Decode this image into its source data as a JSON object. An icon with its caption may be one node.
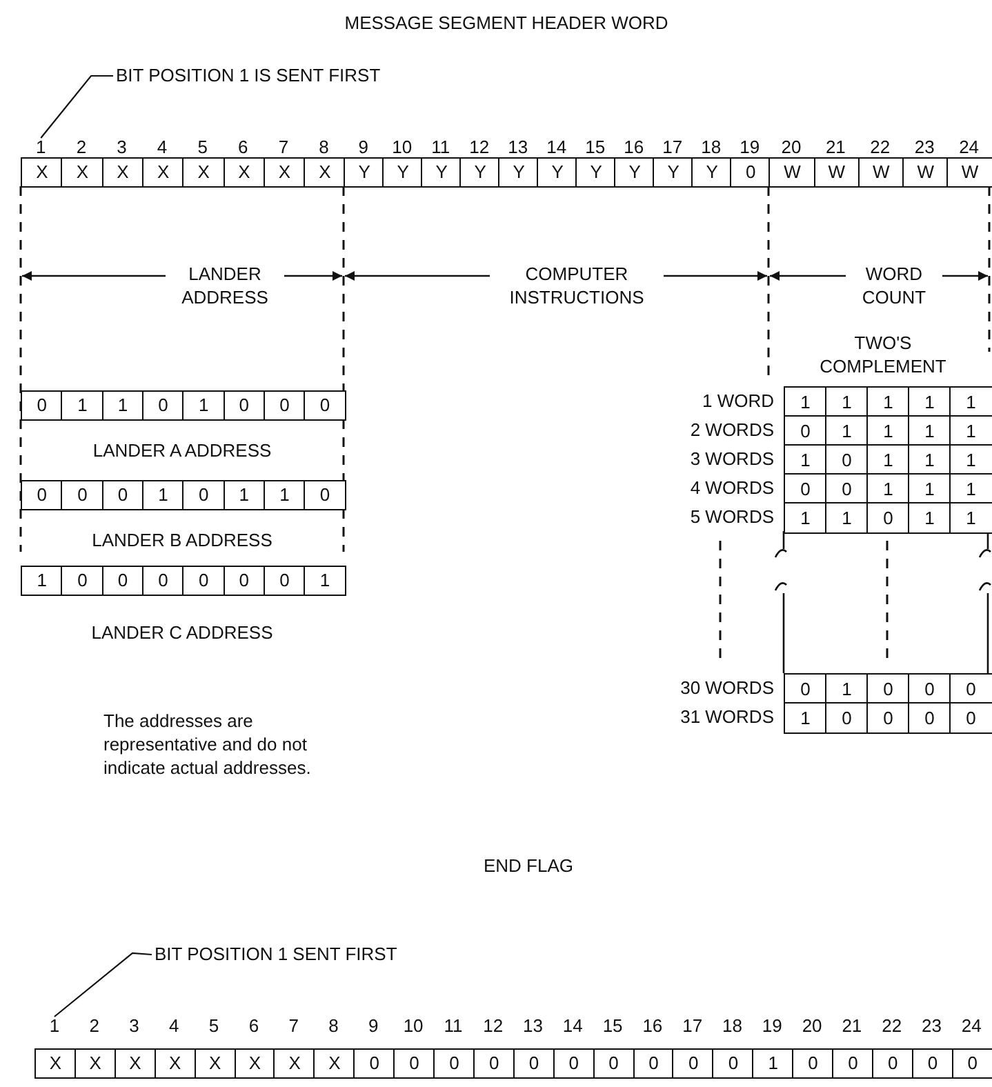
{
  "diagram": {
    "nodes": [
      {
        "text": [
          "BIT POSITION 1 IS SENT FIRST"
        ]
      },
      {
        "text": [
          "1"
        ]
      },
      {
        "text": [
          "BIT POSITION 1 SENT FIRST"
        ]
      },
      {
        "text": [
          "1"
        ]
      }
    ],
    "edges": [
      {
        "from": 0,
        "to": 1,
        "arrow": "none"
      },
      {
        "from": 2,
        "to": 3,
        "arrow": "none"
      }
    ],
    "labels": [
      "MESSAGE SEGMENT HEADER WORD",
      "2",
      "3",
      "4",
      "5",
      "6",
      "7",
      "8",
      "9",
      "10",
      "11",
      "12",
      "13",
      "14",
      "15",
      "16",
      "17",
      "18",
      "19",
      "20",
      "21",
      "22",
      "23",
      "24",
      "X",
      "X",
      "X",
      "X",
      "X",
      "X",
      "X",
      "X",
      "Y",
      "Y",
      "Y",
      "Y",
      "Y",
      "Y",
      "Y",
      "Y",
      "Y",
      "Y",
      "0",
      "W",
      "W",
      "W",
      "W",
      "W",
      "LANDER ADDRESS",
      "COMPUTER INSTRUCTIONS",
      "WORD COUNT",
      "TWO'S COMPLEMENT",
      "0",
      "1",
      "1",
      "0",
      "1",
      "0",
      "0",
      "0",
      "LANDER A ADDRESS",
      "0",
      "0",
      "0",
      "1",
      "0",
      "1",
      "1",
      "0",
      "LANDER B ADDRESS",
      "1",
      "0",
      "0",
      "0",
      "0",
      "0",
      "0",
      "1",
      "LANDER C ADDRESS",
      "The addresses are representative and do not indicate actual addresses.",
      "1 WORD",
      "1",
      "1",
      "1",
      "1",
      "1",
      "2 WORDS",
      "0",
      "1",
      "1",
      "1",
      "1",
      "3 WORDS",
      "1",
      "0",
      "1",
      "1",
      "1",
      "4 WORDS",
      "0",
      "0",
      "1",
      "1",
      "1",
      "5 WORDS",
      "1",
      "1",
      "0",
      "1",
      "1",
      "30 WORDS",
      "0",
      "1",
      "0",
      "0",
      "0",
      "31 WORDS",
      "1",
      "0",
      "0",
      "0",
      "0",
      "END FLAG",
      "2",
      "3",
      "4",
      "5",
      "6",
      "7",
      "8",
      "9",
      "10",
      "11",
      "12",
      "13",
      "14",
      "15",
      "16",
      "17",
      "18",
      "19",
      "20",
      "21",
      "22",
      "23",
      "24",
      "X",
      "X",
      "X",
      "X",
      "X",
      "X",
      "X",
      "X",
      "0",
      "0",
      "0",
      "0",
      "0",
      "0",
      "0",
      "0",
      "0",
      "0",
      "1",
      "0",
      "0",
      "0",
      "0",
      "0"
    ]
  }
}
